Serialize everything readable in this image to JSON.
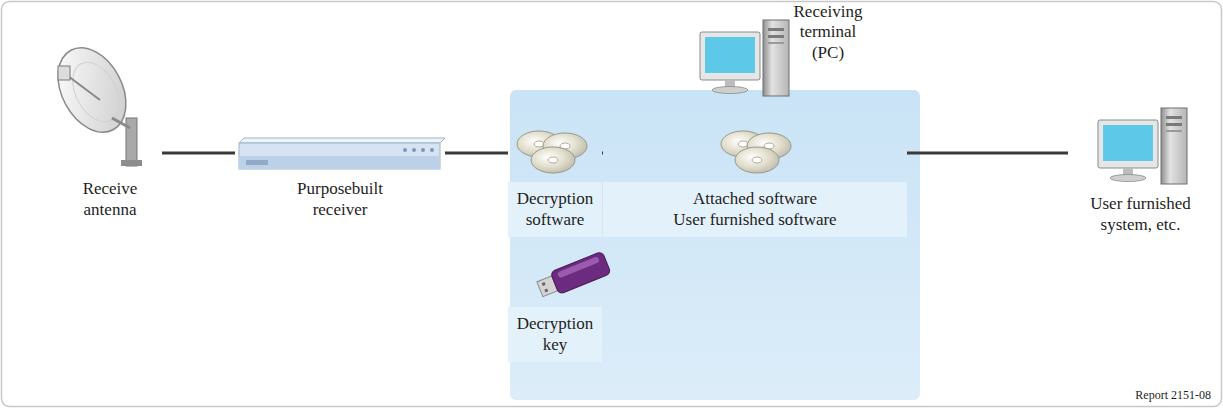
{
  "diagram": {
    "nodes": [
      {
        "text": [
          "Receive antenna"
        ]
      },
      {
        "text": [
          "Purposebuilt receiver"
        ]
      },
      {
        "text": [
          "Receiving terminal (PC)"
        ]
      },
      {
        "text": [
          "Decryption software"
        ],
        "in": 2
      },
      {
        "text": [
          "Decryption key"
        ],
        "in": 2
      },
      {
        "text": [
          "Attached software",
          "User furnished software"
        ],
        "in": 2
      },
      {
        "text": [
          "User furnished system, etc."
        ]
      }
    ],
    "edges": [
      {
        "from": 0,
        "to": 1,
        "arrow": "none"
      },
      {
        "from": 1,
        "to": 3,
        "arrow": "none"
      },
      {
        "from": 3,
        "to": 5,
        "arrow": "none"
      },
      {
        "from": 5,
        "to": 6,
        "arrow": "none"
      }
    ],
    "labels": [
      "Report 2151-08"
    ]
  }
}
